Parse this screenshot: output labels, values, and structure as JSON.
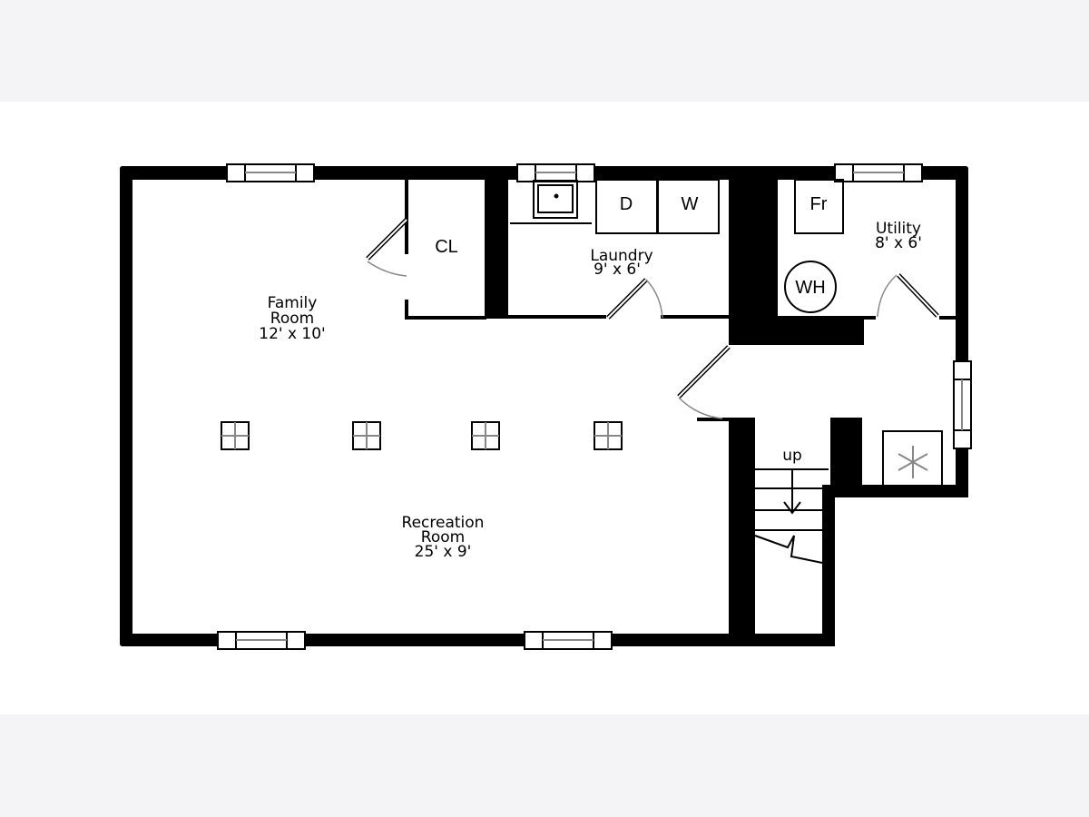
{
  "rooms": {
    "family": {
      "name_line1": "Family",
      "name_line2": "Room",
      "size": "12' x 10'"
    },
    "recreation": {
      "name_line1": "Recreation",
      "name_line2": "Room",
      "size": "25' x 9'"
    },
    "laundry": {
      "name": "Laundry",
      "size": "9' x 6'"
    },
    "utility": {
      "name": "Utility",
      "size": "8' x 6'"
    },
    "closet": {
      "name": "CL"
    }
  },
  "fixtures": {
    "dryer": "D",
    "washer": "W",
    "fridge": "Fr",
    "water_heater": "WH",
    "stairs": "up"
  }
}
